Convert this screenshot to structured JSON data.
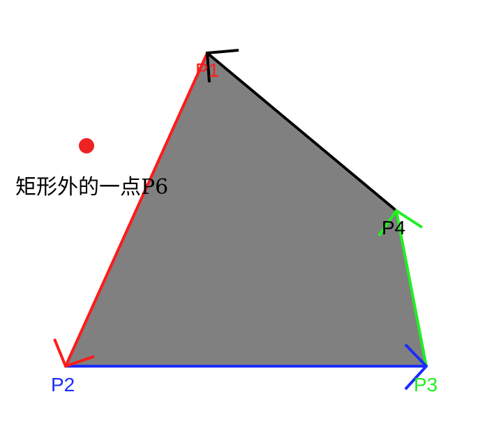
{
  "points": [
    {
      "id": "P1",
      "label": "P1",
      "color": "#ff1a1a"
    },
    {
      "id": "P2",
      "label": "P2",
      "color": "#1a2cff"
    },
    {
      "id": "P3",
      "label": "P3",
      "color": "#22ee22"
    },
    {
      "id": "P4",
      "label": "P4",
      "color": "#000000"
    }
  ],
  "outside_point": {
    "label": "矩形外的一点P6",
    "color": "#ee2222"
  },
  "polygon": {
    "fill": "#808080"
  },
  "edges": [
    {
      "from": "P2",
      "to": "P1",
      "color": "#ff1a1a"
    },
    {
      "from": "P1",
      "to": "P4",
      "color": "#000000"
    },
    {
      "from": "P4",
      "to": "P3",
      "color": "#22ee22"
    },
    {
      "from": "P3",
      "to": "P2",
      "color": "#1a2cff"
    }
  ]
}
